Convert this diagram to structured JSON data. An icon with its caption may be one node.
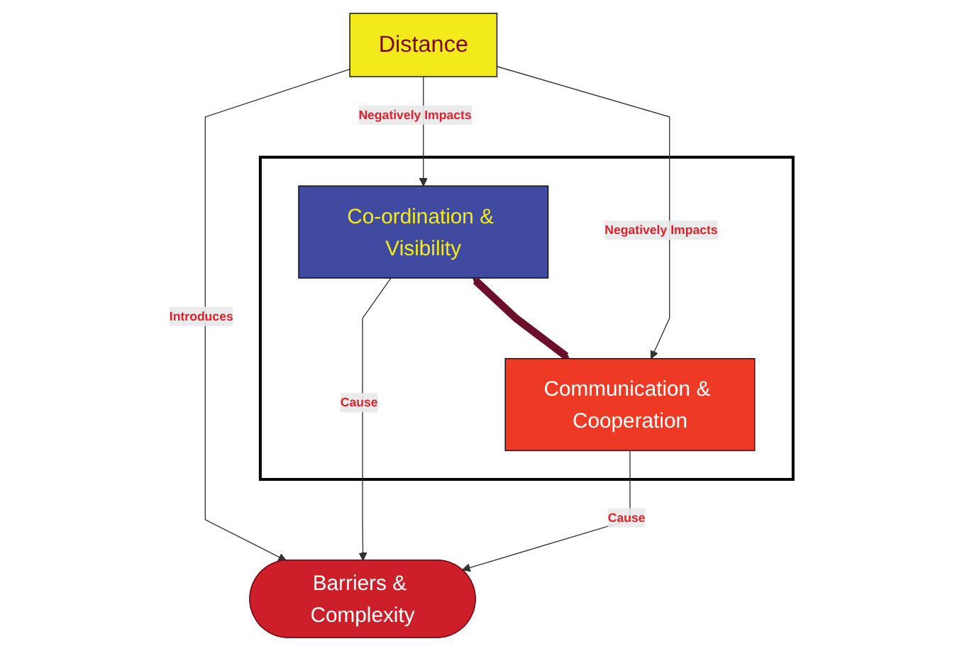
{
  "diagram": {
    "nodes": [
      {
        "text": [
          "Distance"
        ]
      },
      {
        "text": [
          "Barriers & Complexity"
        ]
      },
      {
        "text": [],
        "shape": "box"
      },
      {
        "text": [
          "Co-ordination & Visibility"
        ],
        "in": 2
      },
      {
        "text": [
          "Communication & Cooperation"
        ],
        "in": 2
      }
    ],
    "edges": [
      {
        "from": 0,
        "to": 1,
        "arrow": "to",
        "label": "Introduces"
      },
      {
        "from": 0,
        "to": 3,
        "arrow": "to",
        "label": "Negatively Impacts"
      },
      {
        "from": 0,
        "to": 4,
        "arrow": "to",
        "label": "Negatively Impacts"
      },
      {
        "from": 3,
        "to": 1,
        "arrow": "to",
        "label": "Cause"
      },
      {
        "from": 4,
        "to": 1,
        "arrow": "to",
        "label": "Cause"
      },
      {
        "from": 3,
        "to": 4,
        "arrow": "both",
        "style": "thick",
        "color": "#6b0f2a"
      }
    ]
  }
}
